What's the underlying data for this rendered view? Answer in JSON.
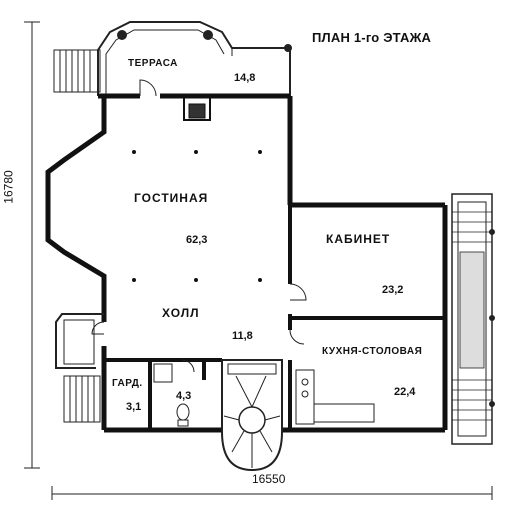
{
  "plan": {
    "title": "ПЛАН 1-го ЭТАЖА",
    "rooms": [
      {
        "key": "terrace",
        "name": "ТЕРРАСА",
        "area": "14,8"
      },
      {
        "key": "living",
        "name": "ГОСТИНАЯ",
        "area": "62,3"
      },
      {
        "key": "office",
        "name": "КАБИНЕТ",
        "area": "23,2"
      },
      {
        "key": "hall",
        "name": "ХОЛЛ",
        "area": "11,8"
      },
      {
        "key": "kitchen",
        "name": "КУХНЯ-СТОЛОВАЯ",
        "area": "22,4"
      },
      {
        "key": "wardrobe",
        "name": "ГАРД.",
        "area": "3,1"
      },
      {
        "key": "wc",
        "name": "",
        "area": "4,3"
      }
    ],
    "dimensions": {
      "width": "16550",
      "height": "16780"
    }
  }
}
